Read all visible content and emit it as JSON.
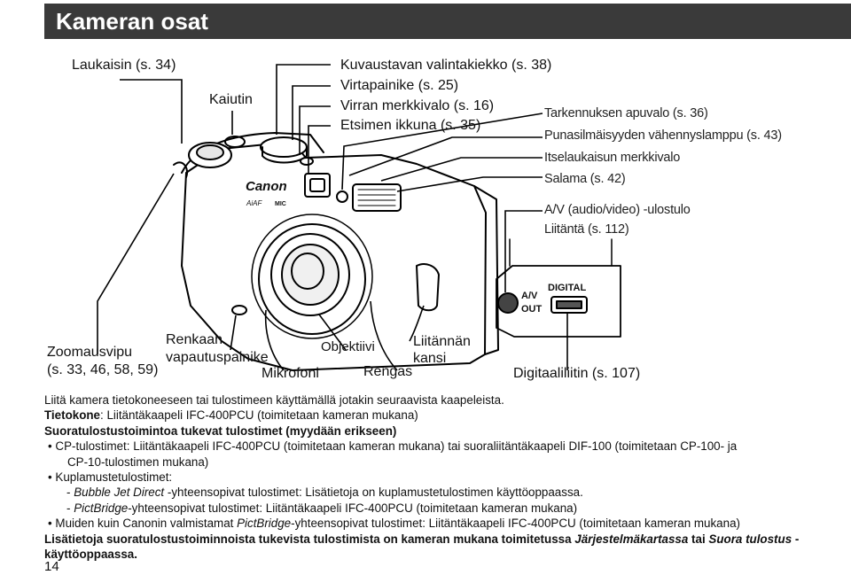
{
  "page": {
    "title": "Kameran osat",
    "page_number": "14"
  },
  "labels": {
    "laukaisin": "Laukaisin (s. 34)",
    "kaiutin": "Kaiutin",
    "valintakiekko": "Kuvaustavan valintakiekko (s. 38)",
    "virtapainike": "Virtapainike (s. 25)",
    "virran_merkkivalo": "Virran merkkivalo (s. 16)",
    "etsimen_ikkuna": "Etsimen ikkuna (s. 35)",
    "tarkennuksen_apuvalo": "Tarkennuksen apuvalo (s. 36)",
    "punasilmaisyys": "Punasilmäisyyden vähennyslamppu (s. 43)",
    "itselaukaisu": "Itselaukaisun merkkivalo",
    "salama": "Salama (s. 42)",
    "av_line1": "A/V (audio/video) -ulostulo",
    "av_line2": "Liitäntä (s. 112)",
    "zoom_line1": "Zoomausvipu",
    "zoom_line2": "(s. 33, 46, 58, 59)",
    "renkaan_line1": "Renkaan",
    "renkaan_line2": "vapautuspainike",
    "mikrofoni": "Mikrofoni",
    "objektiivi": "Objektiivi",
    "rengas": "Rengas",
    "liitannan_line1": "Liitännän",
    "liitannan_line2": "kansi",
    "digitaaliliitin": "Digitaaliliitin (s. 107)"
  },
  "camera_markings": {
    "brand": "Canon",
    "af_mark": "AiAF",
    "mic_mark": "MIC",
    "port_av_line1": "A/V",
    "port_av_line2": "OUT",
    "port_digital": "DIGITAL"
  },
  "body": {
    "intro": "Liitä kamera tietokoneeseen tai tulostimeen käyttämällä jotakin seuraavista kaapeleista.",
    "tietokone_label": "Tietokone",
    "tietokone_text": ": Liitäntäkaapeli IFC-400PCU (toimitetaan kameran mukana)",
    "suora_heading": "Suoratulostustoimintoa tukevat tulostimet (myydään erikseen)",
    "cp_line1": "• CP-tulostimet: Liitäntäkaapeli IFC-400PCU (toimitetaan kameran mukana) tai suoraliitäntäkaapeli DIF-100 (toimitetaan CP-100- ja",
    "cp_line2": "CP-10-tulostimen mukana)",
    "kupla_heading": "• Kuplamustetulostimet:",
    "bj_dash": "- ",
    "bj_name": "Bubble Jet Direct",
    "bj_text": " -yhteensopivat tulostimet: Lisätietoja on kuplamustetulostimen käyttöoppaassa.",
    "pb_dash": "- ",
    "pb_name": "PictBridge",
    "pb_text": "-yhteensopivat tulostimet: Liitäntäkaapeli IFC-400PCU (toimitetaan kameran mukana)",
    "muiden_pre": "• Muiden kuin Canonin valmistamat ",
    "muiden_name": "PictBridge",
    "muiden_text": "-yhteensopivat tulostimet: Liitäntäkaapeli IFC-400PCU (toimitetaan kameran mukana)",
    "final_pre": "Lisätietoja suoratulostustoiminnoista tukevista tulostimista on kameran mukana toimitetussa ",
    "final_book1": "Järjestelmäkartassa",
    "final_mid": " tai ",
    "final_book2": "Suora tulostus",
    "final_post": " -käyttöoppaassa."
  }
}
